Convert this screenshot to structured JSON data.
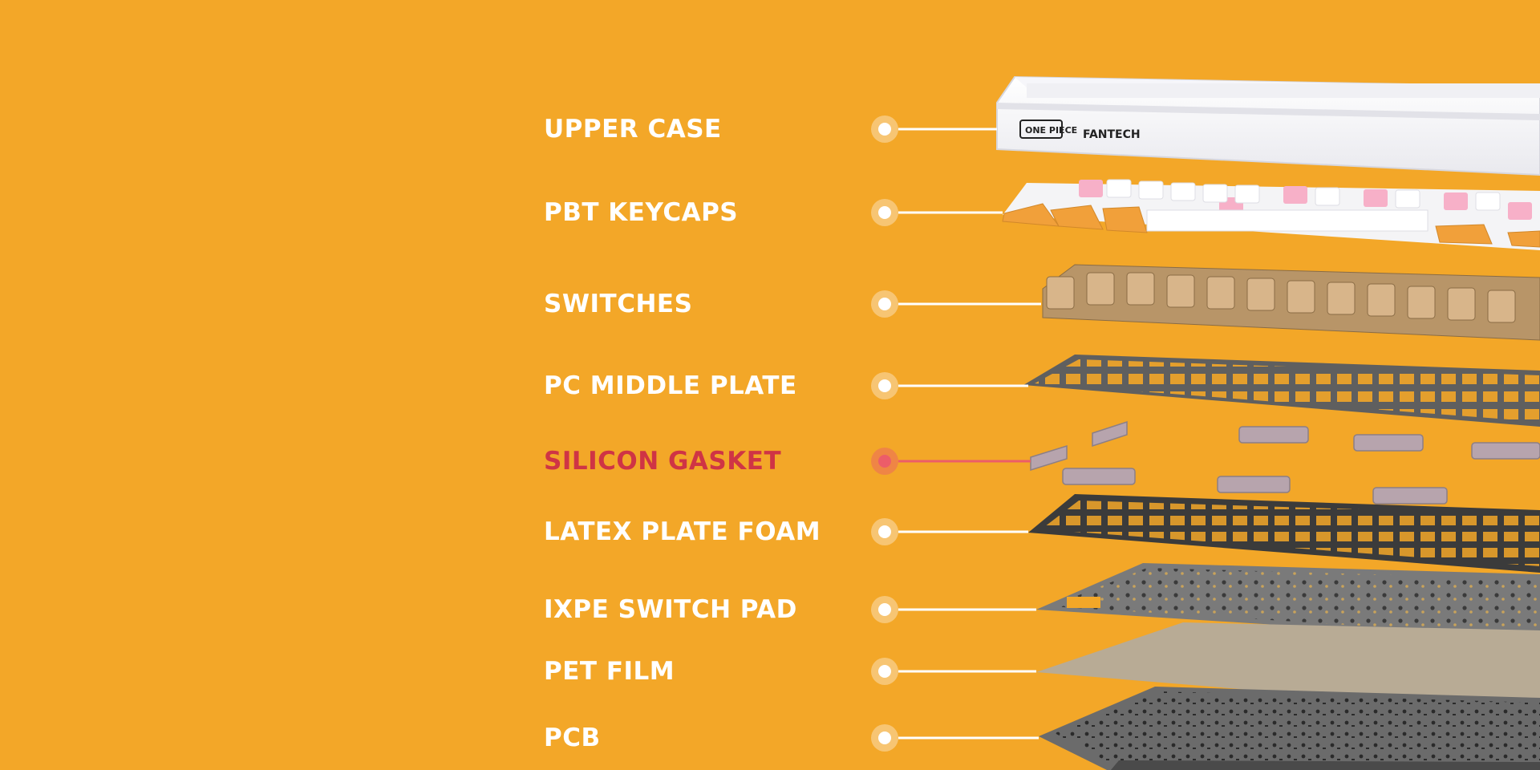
{
  "layers": [
    {
      "key": "upper-case",
      "label": "UPPER CASE",
      "active": false
    },
    {
      "key": "pbt-keycaps",
      "label": "PBT KEYCAPS",
      "active": false
    },
    {
      "key": "switches",
      "label": "SWITCHES",
      "active": false
    },
    {
      "key": "pc-middle-plate",
      "label": "PC MIDDLE PLATE",
      "active": false
    },
    {
      "key": "silicon-gasket",
      "label": "SILICON GASKET",
      "active": true
    },
    {
      "key": "latex-plate-foam",
      "label": "LATEX PLATE FOAM",
      "active": false
    },
    {
      "key": "ixpe-switch-pad",
      "label": "IXPE SWITCH PAD",
      "active": false
    },
    {
      "key": "pet-film",
      "label": "PET FILM",
      "active": false
    },
    {
      "key": "pcb",
      "label": "PCB",
      "active": false
    }
  ],
  "case_logos": {
    "left": "ONE PIECE",
    "right": "FANTECH"
  },
  "colors": {
    "background": "#F3A728",
    "label": "#FFFFFF",
    "active_label": "#CF3445",
    "active_node": "#EC5D69"
  }
}
